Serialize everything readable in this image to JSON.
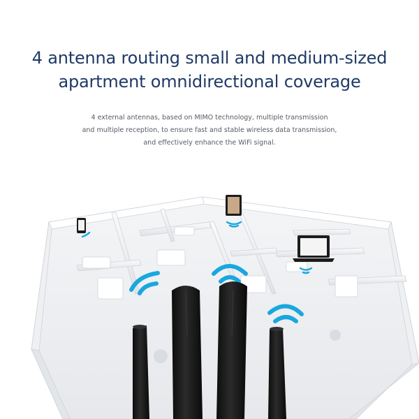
{
  "headline": {
    "line1": "4 antenna routing small and medium-sized",
    "line2": "apartment omnidirectional coverage"
  },
  "description": {
    "line1": "4 external antennas, based on MIMO technology, multiple transmission",
    "line2": "and multiple reception, to ensure fast and stable wireless data transmission,",
    "line3": "and effectively enhance the WiFi signal."
  },
  "colors": {
    "headline": "#1f3a66",
    "body_text": "#555b63",
    "wifi_accent": "#19a7e0",
    "antenna": "#1c1c1c"
  },
  "icons": [
    "smartphone-icon",
    "tablet-icon",
    "laptop-icon",
    "wifi-signal-icon",
    "antenna"
  ]
}
